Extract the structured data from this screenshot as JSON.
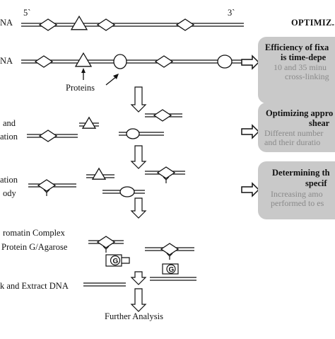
{
  "side_title": "OPTIMIZ...",
  "end_labels": {
    "five_prime": "5`",
    "three_prime": "3`"
  },
  "steps": [
    {
      "label": "NA"
    },
    {
      "label": "NA"
    },
    {
      "label_lines": [
        "and",
        "ation"
      ]
    },
    {
      "label_lines": [
        "ation",
        "ody"
      ]
    },
    {
      "label_lines": [
        "romatin Complex",
        "Protein G/Agarose"
      ]
    },
    {
      "label": "k and Extract DNA"
    },
    {
      "label": "Further Analysis"
    }
  ],
  "proteins_label": "Proteins",
  "bead_glyph": "G",
  "antibody_glyph": "Y",
  "boxes": [
    {
      "title_lines": [
        "Efficiency of fixa",
        "is time-depe"
      ],
      "note_lines": [
        "10 and 35 minu",
        "cross-linking"
      ]
    },
    {
      "title_lines": [
        "Optimizing appro",
        "shear"
      ],
      "note_lines": [
        "Different number",
        "and their duratio"
      ]
    },
    {
      "title_lines": [
        "Determining th",
        "specif"
      ],
      "note_lines": [
        "Increasing amo",
        "performed to es"
      ]
    }
  ],
  "colors": {
    "line": "#111111",
    "box": "#c9c9c9",
    "note": "#8a8a8a"
  }
}
